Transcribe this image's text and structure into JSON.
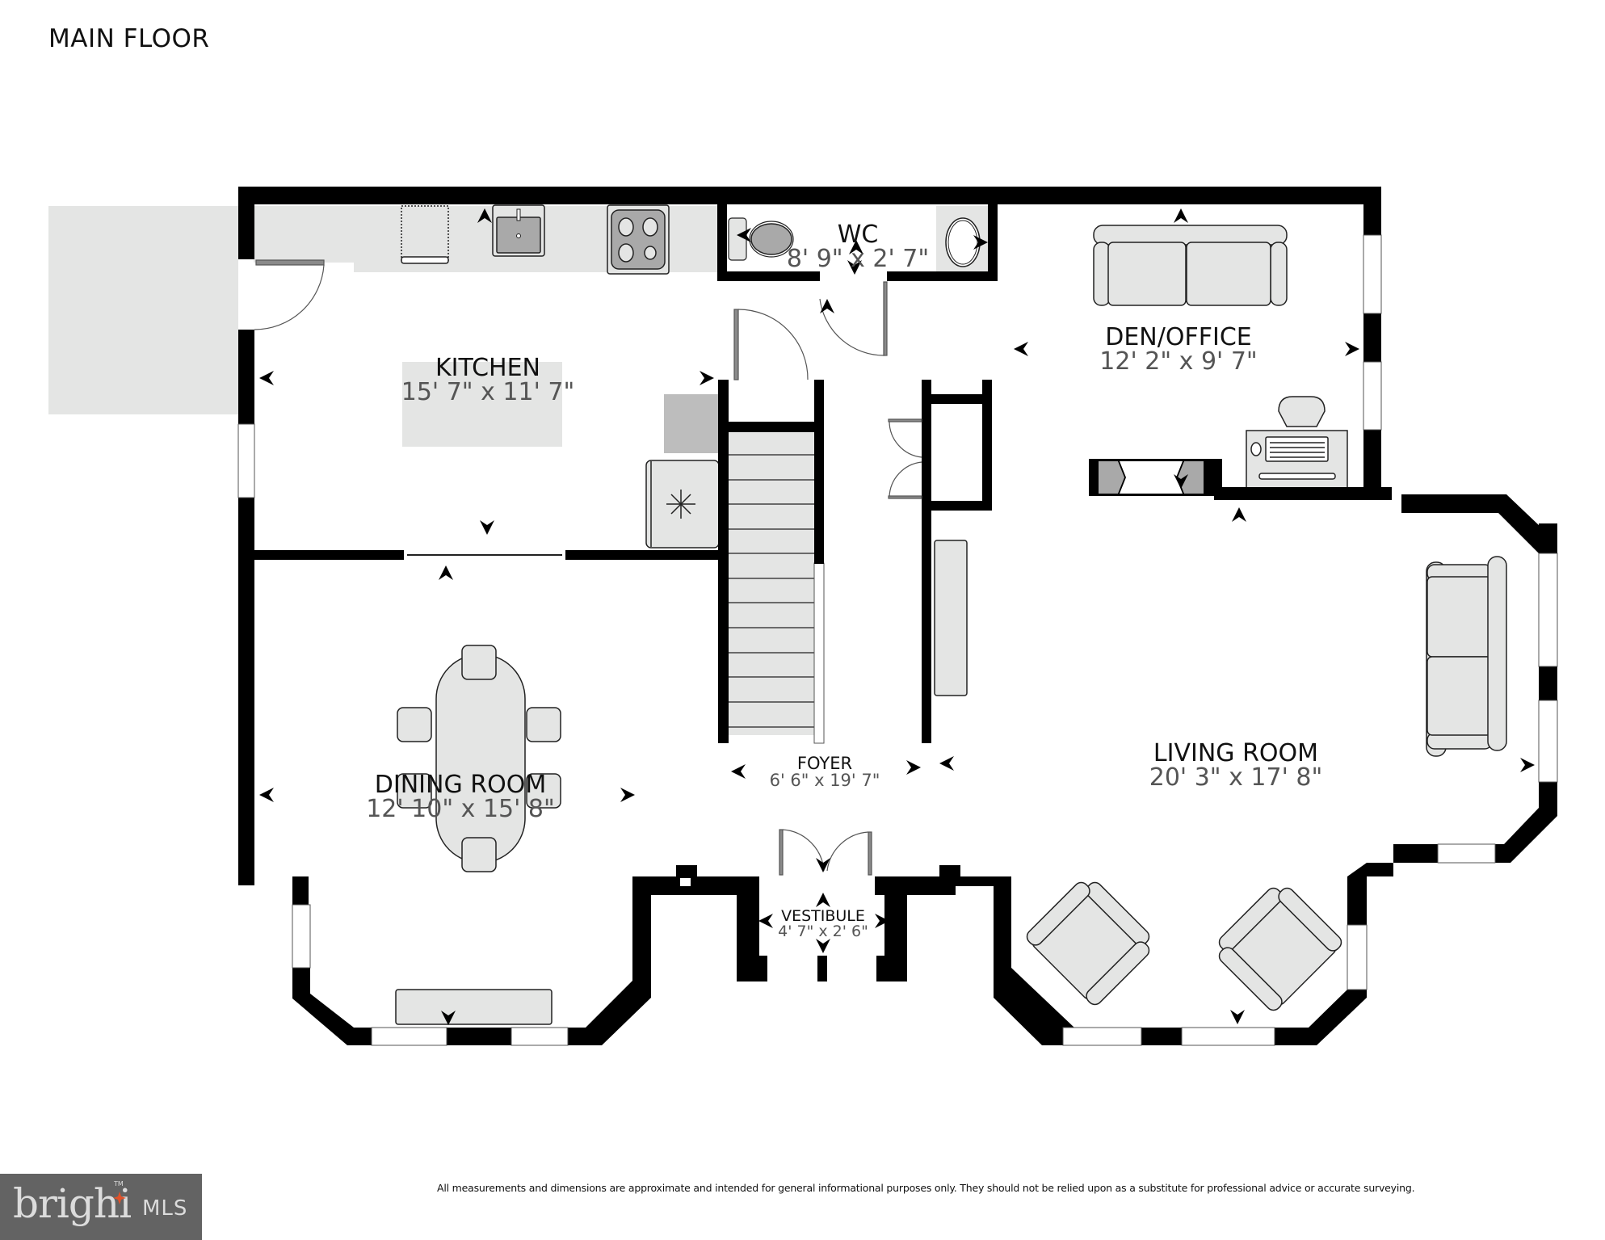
{
  "header": {
    "title": "MAIN FLOOR"
  },
  "rooms": {
    "kitchen": {
      "name": "KITCHEN",
      "dimensions": "15' 7\" x 11' 7\""
    },
    "wc": {
      "name": "WC",
      "dimensions": "8' 9\" x 2' 7\""
    },
    "den": {
      "name": "DEN/OFFICE",
      "dimensions": "12' 2\" x 9' 7\""
    },
    "dining": {
      "name": "DINING ROOM",
      "dimensions": "12' 10\" x 15' 8\""
    },
    "foyer": {
      "name": "FOYER",
      "dimensions": "6' 6\" x 19' 7\""
    },
    "living": {
      "name": "LIVING ROOM",
      "dimensions": "20' 3\" x 17' 8\""
    },
    "vestibule": {
      "name": "VESTIBULE",
      "dimensions": "4' 7\" x 2' 6\""
    }
  },
  "footer": {
    "disclaimer": "All measurements and dimensions are approximate and intended for general informational purposes only. They should not be relied upon as a substitute for professional advice or accurate surveying.",
    "logo": {
      "word": "brighi",
      "suffix": "MLS",
      "tm": "TM",
      "accent_color": "#e0522a",
      "background": "#636363"
    }
  },
  "colors": {
    "wall": "#000000",
    "fixture_fill": "#e4e5e4",
    "appliance_gray": "#a9a9a9",
    "exterior_gray": "#e4e5e4",
    "dimension_text": "#555555"
  }
}
